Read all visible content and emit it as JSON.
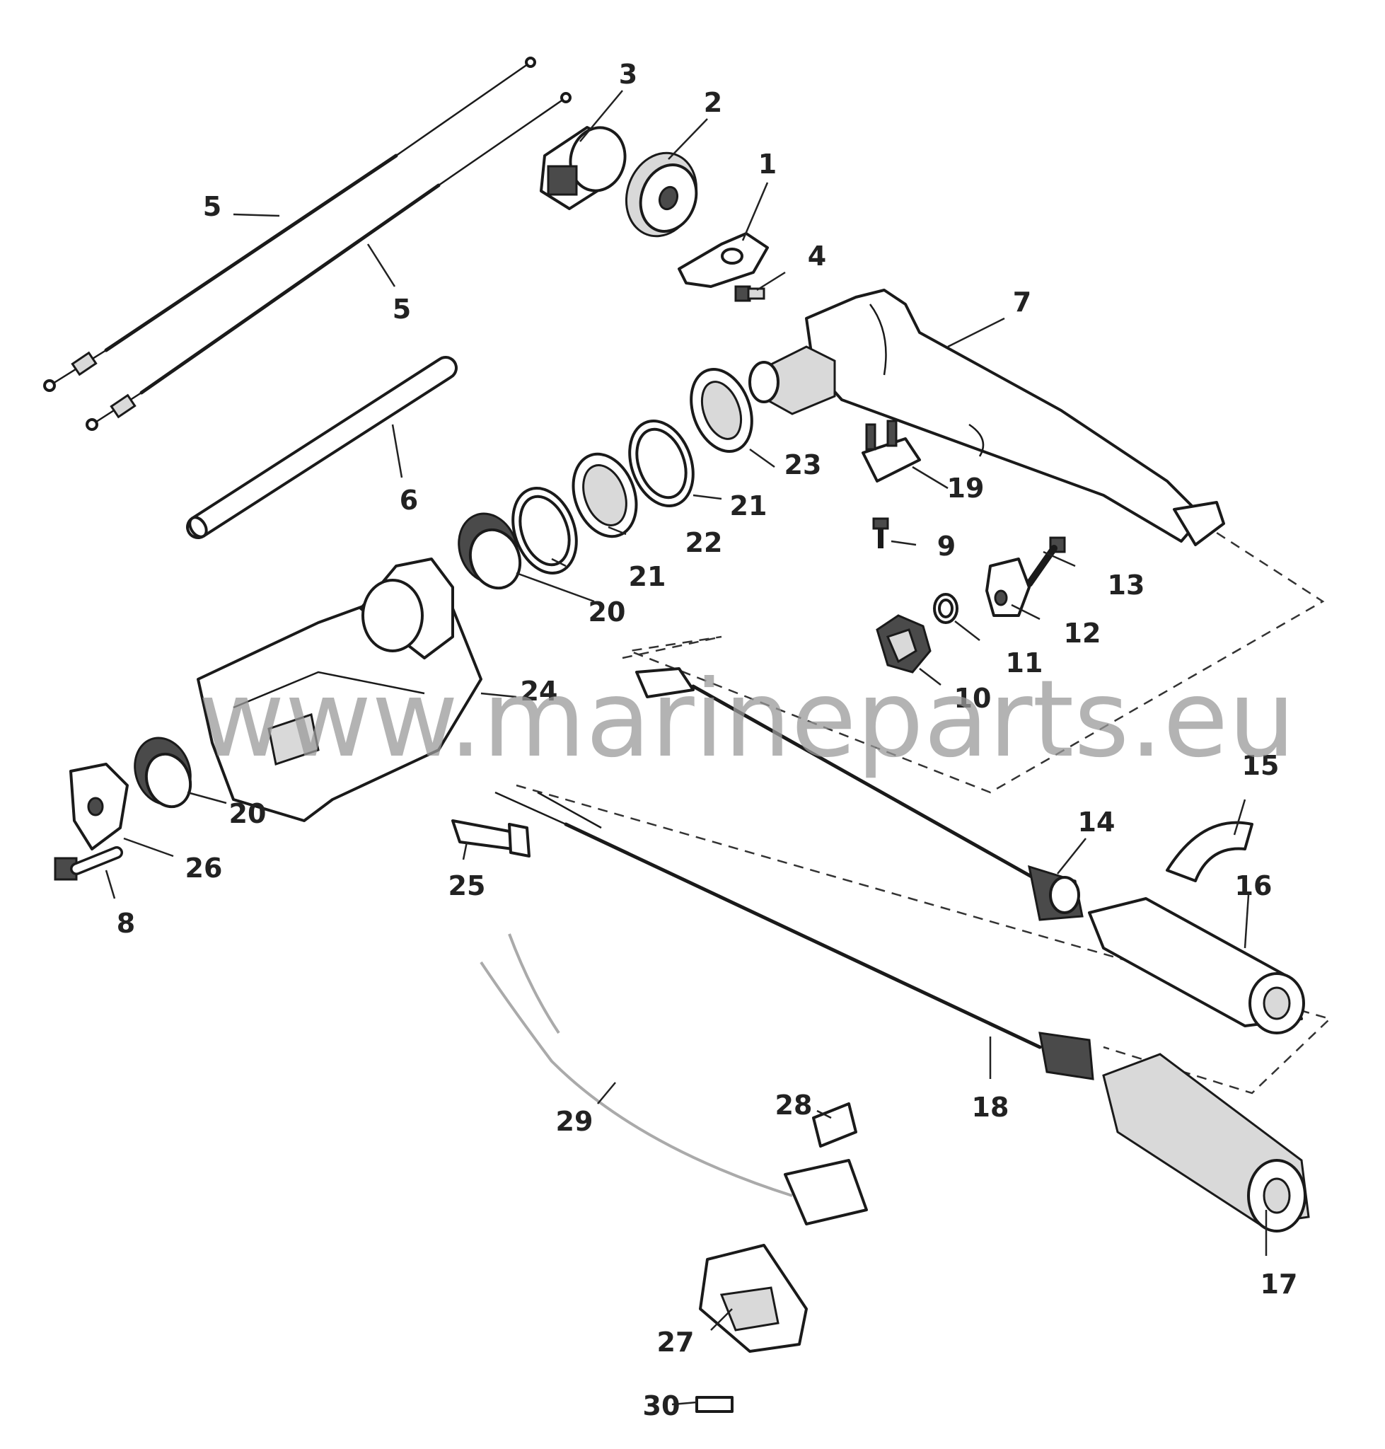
{
  "watermark": "www.marineparts.eu",
  "callouts": [
    "1",
    "2",
    "3",
    "4",
    "5",
    "5",
    "6",
    "7",
    "8",
    "9",
    "10",
    "11",
    "12",
    "13",
    "14",
    "15",
    "16",
    "17",
    "18",
    "19",
    "20",
    "20",
    "21",
    "21",
    "22",
    "23",
    "24",
    "25",
    "26",
    "27",
    "28",
    "29",
    "30"
  ],
  "colors": {
    "line": "#1a1a1a",
    "shade": "#d9d9d9",
    "watermark": "#9a9a9a",
    "background": "#ffffff"
  }
}
